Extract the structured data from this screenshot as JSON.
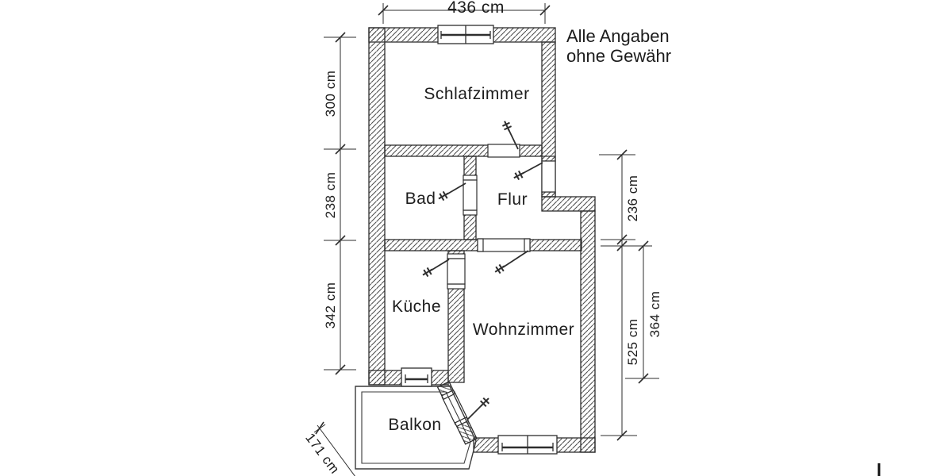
{
  "disclaimer": {
    "line1": "Alle Angaben",
    "line2": "ohne Gewähr"
  },
  "rooms": {
    "schlafzimmer": "Schlafzimmer",
    "bad": "Bad",
    "flur": "Flur",
    "kueche": "Küche",
    "wohnzimmer": "Wohnzimmer",
    "balkon": "Balkon"
  },
  "dimensions": {
    "schlafzimmer_width": "436 cm",
    "schlafzimmer_height": "300 cm",
    "bad_height": "238 cm",
    "kueche_height": "342 cm",
    "flur_height": "236 cm",
    "wohnzimmer_height": "525 cm",
    "wohnzimmer_inner_height": "364 cm",
    "balkon_side": "171 cm"
  },
  "colors": {
    "line": "#2e2e2e",
    "hatch": "#4a4a4a",
    "text": "#1d1d1d",
    "background": "#ffffff"
  }
}
